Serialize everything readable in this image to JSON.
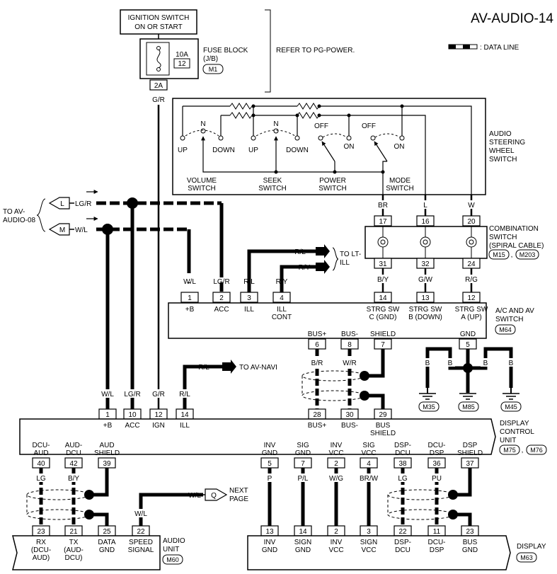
{
  "title": "AV-AUDIO-14",
  "legend": ": DATA LINE",
  "ignition": [
    "IGNITION SWITCH",
    "ON OR START"
  ],
  "fuse": {
    "rating": "10A",
    "number": "12",
    "label": [
      "FUSE BLOCK",
      "(J/B)"
    ],
    "conn": "M1",
    "terminal": "2A",
    "wire": "G/R"
  },
  "refer": "REFER TO PG-POWER.",
  "steering": {
    "label": [
      "AUDIO",
      "STEERING",
      "WHEEL",
      "SWITCH"
    ],
    "positions": {
      "up1": "UP",
      "n1": "N",
      "down1": "DOWN",
      "up2": "UP",
      "n2": "N",
      "down2": "DOWN",
      "off1": "OFF",
      "on1": "ON",
      "off2": "OFF",
      "on2": "ON"
    },
    "switches": {
      "volume": [
        "VOLUME",
        "SWITCH"
      ],
      "seek": [
        "SEEK",
        "SWITCH"
      ],
      "power": [
        "POWER",
        "SWITCH"
      ],
      "mode": [
        "MODE",
        "SWITCH"
      ]
    },
    "wires": [
      "BR",
      "L",
      "W"
    ]
  },
  "combo": {
    "label": [
      "COMBINATION",
      "SWITCH",
      "(SPIRAL CABLE)"
    ],
    "conns": [
      "M15",
      "M203"
    ],
    "top_pins": [
      "17",
      "16",
      "20"
    ],
    "bottom_pins": [
      "31",
      "32",
      "24"
    ],
    "wires": [
      "B/Y",
      "G/W",
      "R/G"
    ]
  },
  "to_av_audio08": [
    "TO AV-",
    "AUDIO-08"
  ],
  "offpage": {
    "L": "L",
    "M": "M",
    "lg_r": "LG/R",
    "w_l": "W/L"
  },
  "to_lt_ill": [
    "TO LT-",
    "ILL"
  ],
  "ill_wires": {
    "rl": "R/L",
    "ry": "R/Y"
  },
  "ac": {
    "label": [
      "A/C AND AV",
      "SWITCH"
    ],
    "conn": "M64",
    "pins": [
      {
        "wire": "W/L",
        "num": "1",
        "name": "+B"
      },
      {
        "wire": "LG/R",
        "num": "2",
        "name": "ACC"
      },
      {
        "wire": "R/L",
        "num": "3",
        "name": "ILL"
      },
      {
        "wire": "R/Y",
        "num": "4",
        "name": "ILL",
        "name2": "CONT"
      },
      {
        "wire": "B/Y",
        "num": "14",
        "name": "STRG SW",
        "name2": "C (GND)"
      },
      {
        "wire": "G/W",
        "num": "13",
        "name": "STRG SW",
        "name2": "B (DOWN)"
      },
      {
        "wire": "R/G",
        "num": "12",
        "name": "STRG SW",
        "name2": "A (UP)"
      }
    ],
    "bottom_pins": [
      {
        "name": "BUS+",
        "num": "6",
        "wire": "B/R"
      },
      {
        "name": "BUS-",
        "num": "8",
        "wire": "W/R"
      },
      {
        "name": "SHIELD",
        "num": "7"
      },
      {
        "name": "GND",
        "num": "5"
      }
    ],
    "gnd_wires": [
      "B",
      "B",
      "B",
      "B"
    ],
    "grounds": [
      "M35",
      "M85",
      "M45"
    ]
  },
  "to_av_navi": {
    "wire": "R/L",
    "text": "TO AV-NAVI"
  },
  "dcu": {
    "label": [
      "DISPLAY",
      "CONTROL",
      "UNIT"
    ],
    "conns": [
      "M75",
      "M76"
    ],
    "top_pins": [
      {
        "wire": "W/L",
        "num": "1",
        "name": "+B"
      },
      {
        "wire": "LG/R",
        "num": "10",
        "name": "ACC"
      },
      {
        "wire": "G/R",
        "num": "12",
        "name": "IGN"
      },
      {
        "wire": "R/L",
        "num": "14",
        "name": "ILL"
      },
      {
        "num": "28",
        "name": "BUS+"
      },
      {
        "num": "30",
        "name": "BUS-"
      },
      {
        "num": "29",
        "name": "BUS",
        "name2": "SHIELD"
      }
    ],
    "bottom_pins": [
      {
        "name": "DCU-",
        "name2": "AUD",
        "num": "40",
        "wire": "LG"
      },
      {
        "name": "AUD-",
        "name2": "DCU",
        "num": "42",
        "wire": "B/Y"
      },
      {
        "name": "AUD",
        "name2": "SHIELD",
        "num": "39"
      },
      {
        "name": "INV",
        "name2": "GND",
        "num": "5",
        "wire": "P"
      },
      {
        "name": "SIG",
        "name2": "GND",
        "num": "7",
        "wire": "P/L"
      },
      {
        "name": "INV",
        "name2": "VCC",
        "num": "2",
        "wire": "W/G"
      },
      {
        "name": "SIG",
        "name2": "VCC",
        "num": "4",
        "wire": "BR/W"
      },
      {
        "name": "DSP-",
        "name2": "DCU",
        "num": "38",
        "wire": "LG"
      },
      {
        "name": "DCU-",
        "name2": "DSP",
        "num": "36",
        "wire": "PU"
      },
      {
        "name": "DSP",
        "name2": "SHIELD",
        "num": "37"
      }
    ]
  },
  "next_page": {
    "wire": "W/L",
    "letter": "Q",
    "text": [
      "NEXT",
      "PAGE"
    ]
  },
  "audio": {
    "label": [
      "AUDIO",
      "UNIT"
    ],
    "conn": "M60",
    "pins": [
      {
        "num": "23",
        "name": "RX",
        "name2": "(DCU-",
        "name3": "AUD)"
      },
      {
        "num": "21",
        "name": "TX",
        "name2": "(AUD-",
        "name3": "DCU)"
      },
      {
        "num": "25",
        "name": "DATA",
        "name2": "GND"
      },
      {
        "num": "22",
        "name": "SPEED",
        "name2": "SIGNAL",
        "wire": "W/L"
      }
    ]
  },
  "display": {
    "label": "DISPLAY",
    "conn": "M63",
    "pins": [
      {
        "num": "13",
        "name": "INV",
        "name2": "GND"
      },
      {
        "num": "14",
        "name": "SIGN",
        "name2": "GND"
      },
      {
        "num": "2",
        "name": "INV",
        "name2": "VCC"
      },
      {
        "num": "3",
        "name": "SIGN",
        "name2": "VCC"
      },
      {
        "num": "22",
        "name": "DSP-",
        "name2": "DCU"
      },
      {
        "num": "11",
        "name": "DCU-",
        "name2": "DSP"
      },
      {
        "num": "23",
        "name": "BUS",
        "name2": "GND"
      }
    ]
  }
}
